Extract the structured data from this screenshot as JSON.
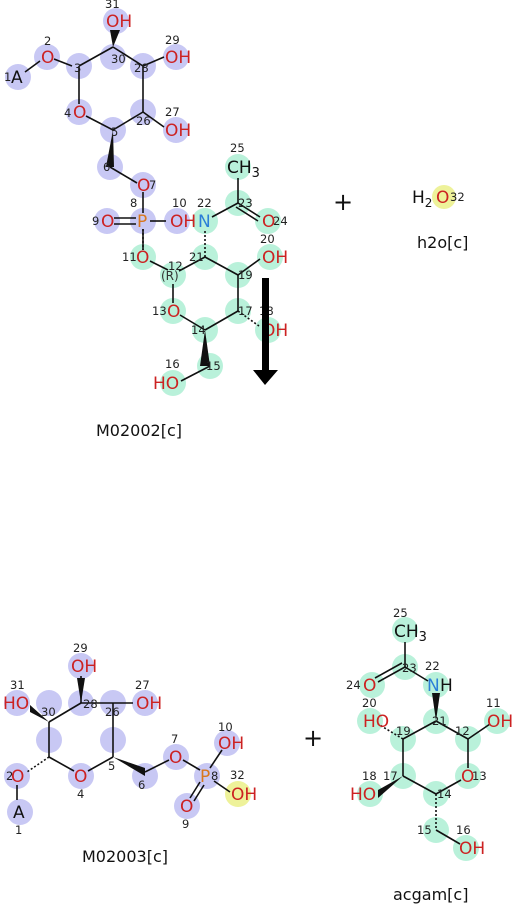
{
  "reaction": {
    "arrow_direction": "down",
    "reactant1": {
      "label": "M02002[c]",
      "atoms": [
        {
          "id": "1",
          "el": "A",
          "hl": "blue"
        },
        {
          "id": "2",
          "el": "O",
          "hl": "blue"
        },
        {
          "id": "3",
          "el": "C",
          "hl": "blue"
        },
        {
          "id": "4",
          "el": "O",
          "hl": "blue"
        },
        {
          "id": "5",
          "el": "C",
          "hl": "blue"
        },
        {
          "id": "6",
          "el": "C",
          "hl": "blue"
        },
        {
          "id": "7",
          "el": "O",
          "hl": "blue"
        },
        {
          "id": "8",
          "el": "P",
          "hl": "blue"
        },
        {
          "id": "9",
          "el": "O",
          "hl": "blue"
        },
        {
          "id": "10",
          "el": "OH",
          "hl": "blue"
        },
        {
          "id": "11",
          "el": "O",
          "hl": "green"
        },
        {
          "id": "12",
          "el": "C",
          "hl": "green",
          "stereo": "(R)"
        },
        {
          "id": "13",
          "el": "O",
          "hl": "green"
        },
        {
          "id": "14",
          "el": "C",
          "hl": "green"
        },
        {
          "id": "15",
          "el": "C",
          "hl": "green"
        },
        {
          "id": "16",
          "el": "HO",
          "hl": "green"
        },
        {
          "id": "17",
          "el": "C",
          "hl": "green"
        },
        {
          "id": "18",
          "el": "OH",
          "hl": "green"
        },
        {
          "id": "19",
          "el": "C",
          "hl": "green"
        },
        {
          "id": "20",
          "el": "OH",
          "hl": "green"
        },
        {
          "id": "21",
          "el": "C",
          "hl": "green"
        },
        {
          "id": "22",
          "el": "N",
          "hl": "green"
        },
        {
          "id": "23",
          "el": "C",
          "hl": "green"
        },
        {
          "id": "24",
          "el": "O",
          "hl": "green"
        },
        {
          "id": "25",
          "el": "CH3",
          "hl": "green"
        },
        {
          "id": "26",
          "el": "C",
          "hl": "blue"
        },
        {
          "id": "27",
          "el": "OH",
          "hl": "blue"
        },
        {
          "id": "28",
          "el": "C",
          "hl": "blue"
        },
        {
          "id": "29",
          "el": "OH",
          "hl": "blue"
        },
        {
          "id": "30",
          "el": "C",
          "hl": "blue"
        },
        {
          "id": "31",
          "el": "OH",
          "hl": "blue"
        }
      ]
    },
    "plus1": "+",
    "reactant2": {
      "label": "h2o[c]",
      "formula": "H2O",
      "num": "32"
    },
    "product1": {
      "label": "M02003[c]"
    },
    "plus2": "+",
    "product2": {
      "label": "acgam[c]"
    },
    "colors": {
      "blue_highlight": "#c8c8f4",
      "green_highlight": "#b9f1da",
      "yellow_highlight": "#eef29a",
      "oxygen": "#cc2222",
      "nitrogen": "#2b7fd8",
      "phosphorus": "#d9771e"
    }
  }
}
